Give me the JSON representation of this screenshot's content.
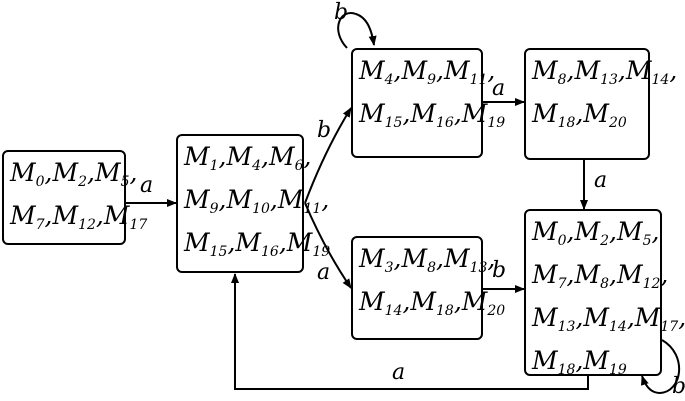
{
  "states": [
    {
      "id": "s0",
      "lines": [
        [
          [
            "M",
            "0"
          ],
          [
            "M",
            "2"
          ],
          [
            "M",
            "5"
          ]
        ],
        [
          [
            "M",
            "7"
          ],
          [
            "M",
            "12"
          ],
          [
            "M",
            "17"
          ]
        ]
      ]
    },
    {
      "id": "s1",
      "lines": [
        [
          [
            "M",
            "1"
          ],
          [
            "M",
            "4"
          ],
          [
            "M",
            "6"
          ]
        ],
        [
          [
            "M",
            "9"
          ],
          [
            "M",
            "10"
          ],
          [
            "M",
            "11"
          ]
        ],
        [
          [
            "M",
            "15"
          ],
          [
            "M",
            "16"
          ],
          [
            "M",
            "19"
          ]
        ]
      ]
    },
    {
      "id": "s2",
      "lines": [
        [
          [
            "M",
            "4"
          ],
          [
            "M",
            "9"
          ],
          [
            "M",
            "11"
          ]
        ],
        [
          [
            "M",
            "15"
          ],
          [
            "M",
            "16"
          ],
          [
            "M",
            "19"
          ]
        ]
      ]
    },
    {
      "id": "s3",
      "lines": [
        [
          [
            "M",
            "3"
          ],
          [
            "M",
            "8"
          ],
          [
            "M",
            "13"
          ]
        ],
        [
          [
            "M",
            "14"
          ],
          [
            "M",
            "18"
          ],
          [
            "M",
            "20"
          ]
        ]
      ]
    },
    {
      "id": "s4",
      "lines": [
        [
          [
            "M",
            "8"
          ],
          [
            "M",
            "13"
          ],
          [
            "M",
            "14"
          ]
        ],
        [
          [
            "M",
            "18"
          ],
          [
            "M",
            "20"
          ]
        ]
      ]
    },
    {
      "id": "s5",
      "lines": [
        [
          [
            "M",
            "0"
          ],
          [
            "M",
            "2"
          ],
          [
            "M",
            "5"
          ]
        ],
        [
          [
            "M",
            "7"
          ],
          [
            "M",
            "8"
          ],
          [
            "M",
            "12"
          ]
        ],
        [
          [
            "M",
            "13"
          ],
          [
            "M",
            "14"
          ],
          [
            "M",
            "17"
          ]
        ],
        [
          [
            "M",
            "18"
          ],
          [
            "M",
            "19"
          ]
        ]
      ]
    }
  ],
  "transitions": [
    {
      "id": "t0",
      "from": "s0",
      "to": "s1",
      "label": "a"
    },
    {
      "id": "t1",
      "from": "s1",
      "to": "s2",
      "label": "b"
    },
    {
      "id": "t2",
      "from": "s1",
      "to": "s3",
      "label": "a"
    },
    {
      "id": "t3",
      "from": "s2",
      "to": "s2",
      "label": "b"
    },
    {
      "id": "t4",
      "from": "s2",
      "to": "s4",
      "label": "a"
    },
    {
      "id": "t5",
      "from": "s3",
      "to": "s5",
      "label": "b"
    },
    {
      "id": "t6",
      "from": "s4",
      "to": "s5",
      "label": "a"
    },
    {
      "id": "t7",
      "from": "s5",
      "to": "s1",
      "label": "a"
    },
    {
      "id": "t8",
      "from": "s5",
      "to": "s5",
      "label": "b"
    }
  ]
}
